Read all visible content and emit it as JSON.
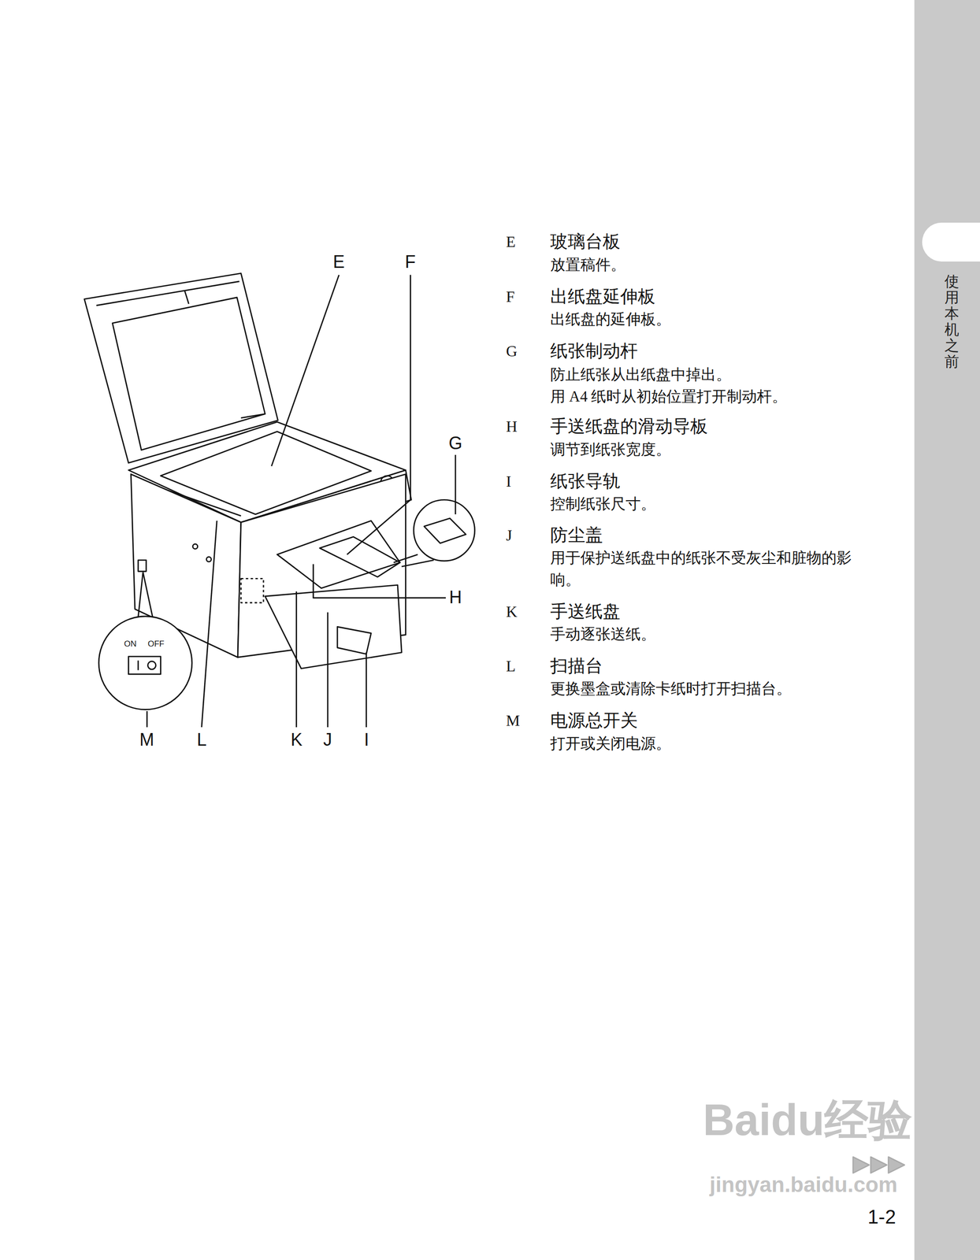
{
  "diagram": {
    "nodes": [
      {
        "text": [
          "使用本机之前"
        ]
      }
    ],
    "labels": [
      "E",
      "F",
      "G",
      "H",
      "M",
      "L",
      "K",
      "J",
      "I",
      "ON",
      "OFF",
      "E",
      "玻璃台板",
      "放置稿件。",
      "F",
      "出纸盘延伸板",
      "出纸盘的延伸板。",
      "G",
      "纸张制动杆",
      "防止纸张从出纸盘中掉出。",
      "用 A4 纸时从初始位置打开制动杆。",
      "H",
      "手送纸盘的滑动导板",
      "调节到纸张宽度。",
      "I",
      "纸张导轨",
      "控制纸张尺寸。",
      "J",
      "防尘盖",
      "用于保护送纸盘中的纸张不受灰尘和脏物的影响。",
      "K",
      "手送纸盘",
      "手动逐张送纸。",
      "L",
      "扫描台",
      "更换墨盒或清除卡纸时打开扫描台。",
      "M",
      "电源总开关",
      "打开或关闭电源。",
      "1-2",
      "Baidu经验",
      "jingyan.baidu.com"
    ]
  }
}
